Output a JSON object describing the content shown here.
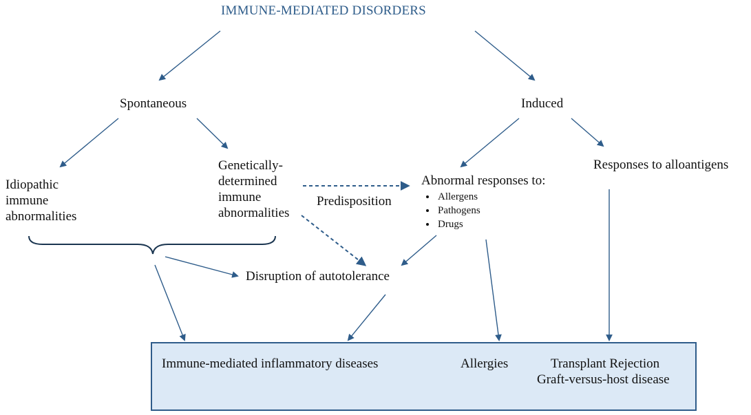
{
  "title": "IMMUNE-MEDIATED DISORDERS",
  "spontaneous": "Spontaneous",
  "induced": "Induced",
  "idiopathic": [
    "Idiopathic",
    "immune",
    "abnormalities"
  ],
  "genetic": [
    "Genetically-",
    "determined",
    "immune",
    "abnormalities"
  ],
  "predisposition": "Predisposition",
  "abnormal_responses": {
    "heading": "Abnormal responses to:",
    "items": [
      "Allergens",
      "Pathogens",
      "Drugs"
    ]
  },
  "alloantigens": "Responses to alloantigens",
  "autotolerance": "Disruption of autotolerance",
  "outcomes": {
    "imid": "Immune-mediated inflammatory diseases",
    "allergies": "Allergies",
    "transplant": "Transplant Rejection",
    "gvhd": "Graft-versus-host disease"
  },
  "colors": {
    "arrow": "#2e5c8a",
    "box_fill": "#dce9f6",
    "title": "#2e5c8a"
  }
}
